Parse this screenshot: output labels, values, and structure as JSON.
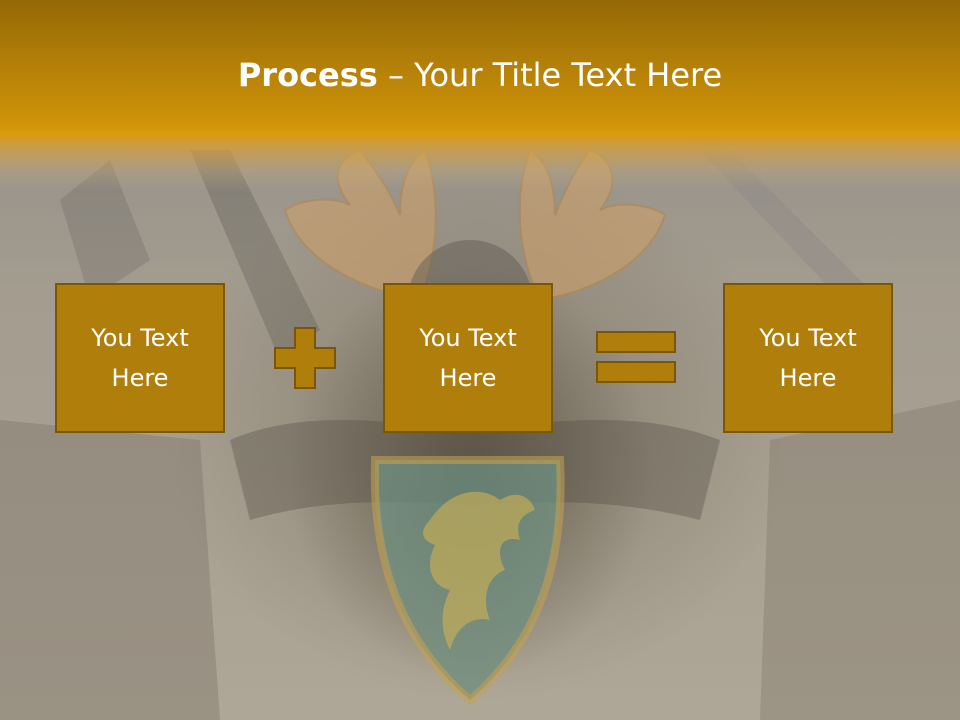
{
  "slide": {
    "title_bold": "Process",
    "title_rest": " – Your Title Text Here",
    "boxes": [
      {
        "text": "You Text Here"
      },
      {
        "text": "You Text Here"
      },
      {
        "text": "You Text Here"
      }
    ]
  },
  "colors": {
    "header": "#cc9108",
    "box_fill": "#b07e0b",
    "box_border": "#7b5606"
  },
  "icons": [
    "plus-icon",
    "equals-icon"
  ]
}
